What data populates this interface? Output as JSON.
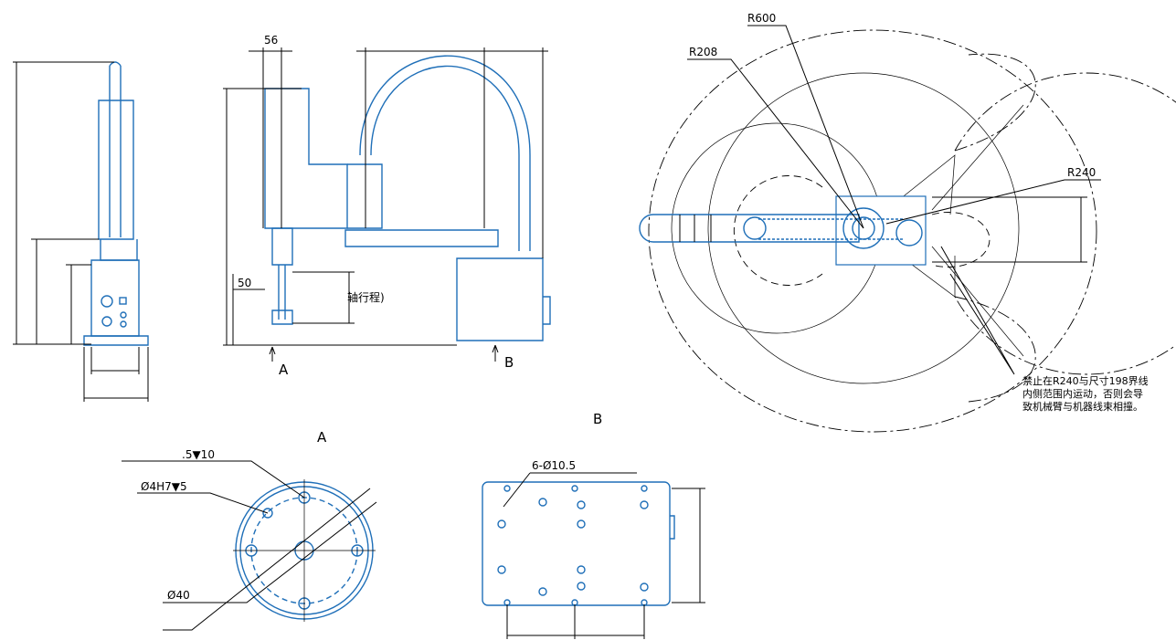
{
  "labels": {
    "dim_56": "56",
    "dim_50": "50",
    "axis_stroke": "轴行程)",
    "view_a_arrow": "A",
    "view_b_arrow": "B",
    "r600": "R600",
    "r208": "R208",
    "r240": "R240",
    "view_a_title": "A",
    "view_b_title": "B",
    "hole_5_10": ".5▼10",
    "hole_4h7": "Ø4H7▼5",
    "dia_40": "Ø40",
    "holes_6": "6-Ø10.5"
  },
  "note_lines": [
    "禁止在R240与尺寸198界线",
    "内侧范围内运动，否则会导",
    "致机械臂与机器线束相撞。"
  ],
  "colors": {
    "drawing_blue": "#1f6fb8",
    "line_black": "#000000"
  }
}
